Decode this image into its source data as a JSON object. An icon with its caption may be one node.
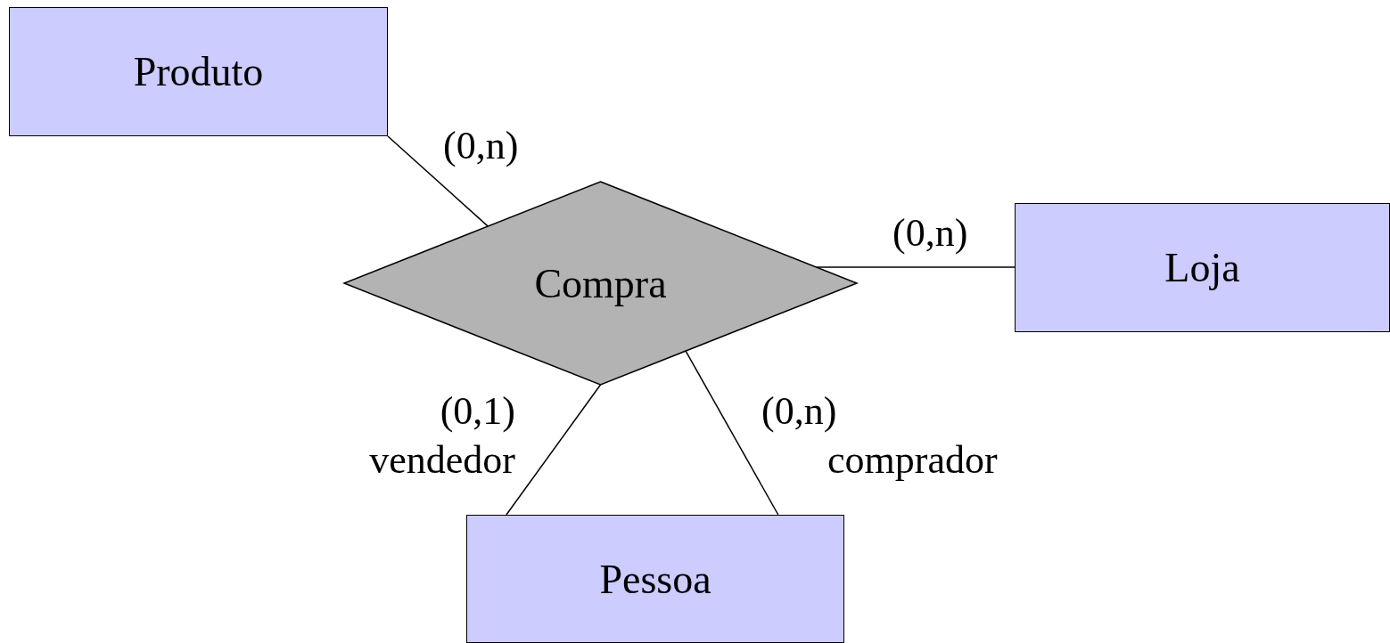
{
  "diagram": {
    "nodes": [
      {
        "text": [
          "Produto"
        ]
      },
      {
        "text": [
          "Compra"
        ]
      },
      {
        "text": [
          "Loja"
        ]
      },
      {
        "text": [
          "Pessoa"
        ]
      }
    ],
    "edges": [
      {
        "from": 0,
        "to": 1,
        "arrow": "none",
        "label": "(0,n)"
      },
      {
        "from": 2,
        "to": 1,
        "arrow": "none",
        "label": "(0,n)"
      },
      {
        "from": 3,
        "to": 1,
        "arrow": "none",
        "label": "(0,1) vendedor"
      },
      {
        "from": 3,
        "to": 1,
        "arrow": "none",
        "label": "(0,n) comprador"
      }
    ]
  }
}
